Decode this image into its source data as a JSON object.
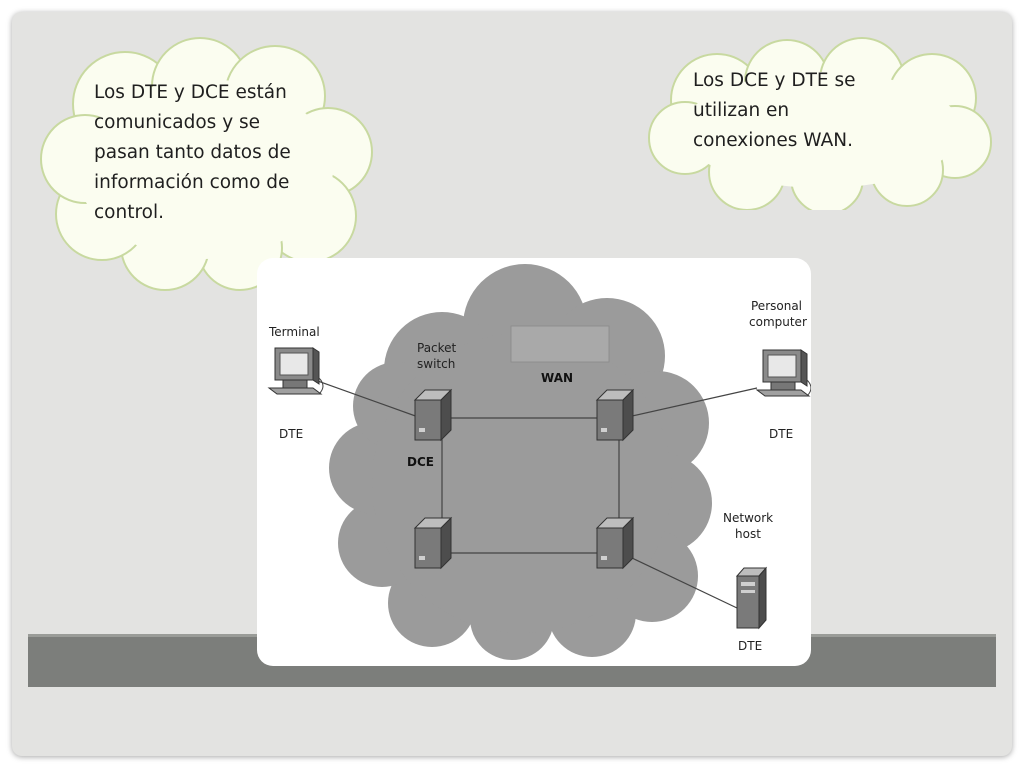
{
  "notes": {
    "left": "Los DTE y DCE están\ncomunicados y se\npasan tanto datos de\ninformación como de\ncontrol.",
    "right": "Los DCE y DTE se\nutilizan en\nconexiones WAN."
  },
  "diagram": {
    "wan_label": "WAN",
    "terminal_label": "Terminal",
    "terminal_role": "DTE",
    "packet_switch_label_1": "Packet",
    "packet_switch_label_2": "switch",
    "dce_label": "DCE",
    "pc_label_1": "Personal",
    "pc_label_2": "computer",
    "pc_role": "DTE",
    "host_label_1": "Network",
    "host_label_2": "host",
    "host_role": "DTE"
  },
  "colors": {
    "slide_bg": "#e3e3e1",
    "bubble_fill": "#fbfdf0",
    "bubble_stroke": "#c8d9a0",
    "wan_cloud": "#9b9b9b",
    "band": "#7c7e7b"
  }
}
